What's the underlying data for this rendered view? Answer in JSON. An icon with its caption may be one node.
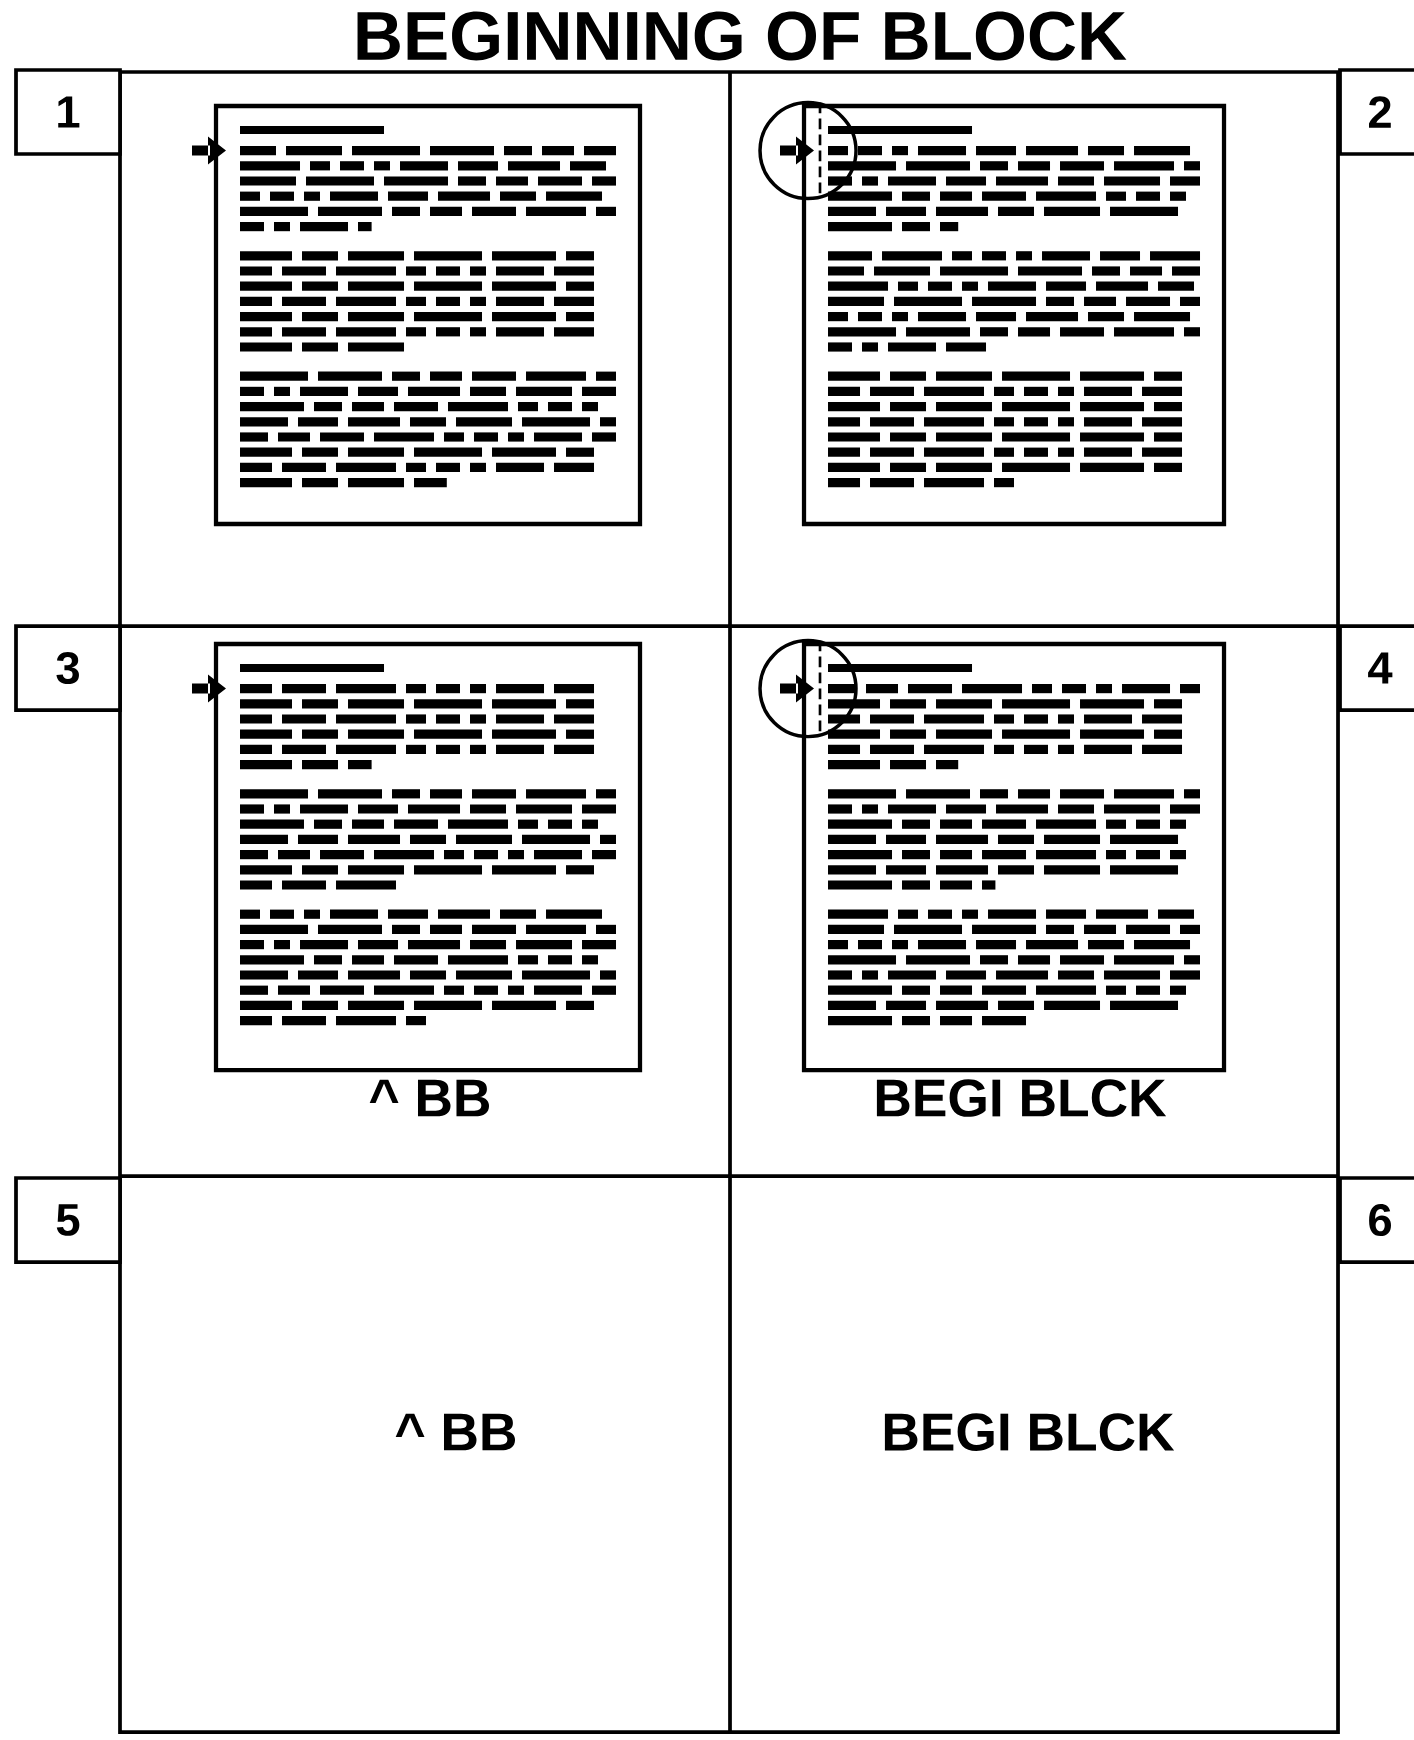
{
  "diagram": {
    "title": "BEGINNING OF BLOCK",
    "labels": [
      "1",
      "2",
      "3",
      "4",
      "^ BB",
      "BEGI BLCK",
      "5",
      "6",
      "^ BB",
      "BEGI BLCK"
    ]
  }
}
